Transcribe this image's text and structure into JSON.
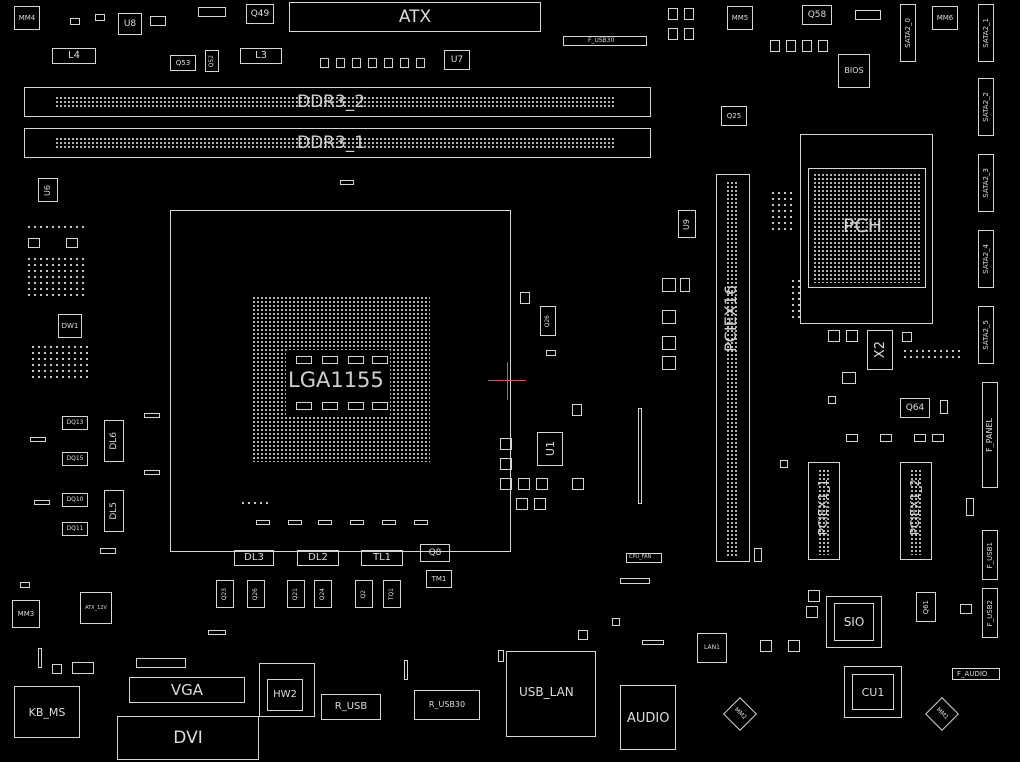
{
  "connectors": {
    "atx": "ATX",
    "ddr3_2": "DDR3_2",
    "ddr3_1": "DDR3_1",
    "pciex16": "PCIEX16",
    "pciex1_1": "PCIEX1_1",
    "pciex1_2": "PCIEX1_2",
    "vga": "VGA",
    "dvi": "DVI",
    "kb_ms": "KB_MS",
    "usb_lan": "USB_LAN",
    "audio": "AUDIO",
    "r_usb": "R_USB",
    "r_usb30": "R_USB30",
    "f_usb30": "F_USB30",
    "f_panel": "F_PANEL",
    "f_usb1": "F_USB1",
    "f_usb2": "F_USB2",
    "f_audio": "F_AUDIO",
    "atx_12v": "ATX_12V",
    "sata_0": "SATA2_0",
    "sata_1": "SATA2_1",
    "sata_2": "SATA2_2",
    "sata_3": "SATA2_3",
    "sata_4": "SATA2_4",
    "sata_5": "SATA2_5",
    "cpu_fan": "CPU_FAN"
  },
  "chips": {
    "cpu_socket": "LGA1155",
    "pch": "PCH",
    "sio": "SIO",
    "cu1": "CU1",
    "bios": "BIOS",
    "x2": "X2",
    "u1": "U1",
    "u6": "U6",
    "u7": "U7",
    "u8": "U8",
    "u9": "U9",
    "hw2": "HW2",
    "lan1": "LAN1",
    "dw1": "DW1",
    "tm1": "TM1"
  },
  "labels": {
    "mm1": "MM1",
    "mm2": "MM2",
    "mm3": "MM3",
    "mm4": "MM4",
    "mm5": "MM5",
    "mm6": "MM6",
    "q49": "Q49",
    "q58": "Q58",
    "q53": "Q53",
    "q52": "Q52",
    "q25": "Q25",
    "q26": "Q26",
    "q64": "Q64",
    "q61": "Q61",
    "q8": "Q8",
    "l3": "L3",
    "l4": "L4",
    "dl2": "DL2",
    "dl3": "DL3",
    "dl5": "DL5",
    "dl6": "DL6",
    "tl1": "TL1",
    "dq10": "DQ10",
    "dq11": "DQ11",
    "dq13": "DQ13",
    "dq15": "DQ15",
    "q_bottom": [
      "Q23",
      "Q26",
      "Q21",
      "Q24",
      "Q2",
      "TQ1"
    ]
  }
}
